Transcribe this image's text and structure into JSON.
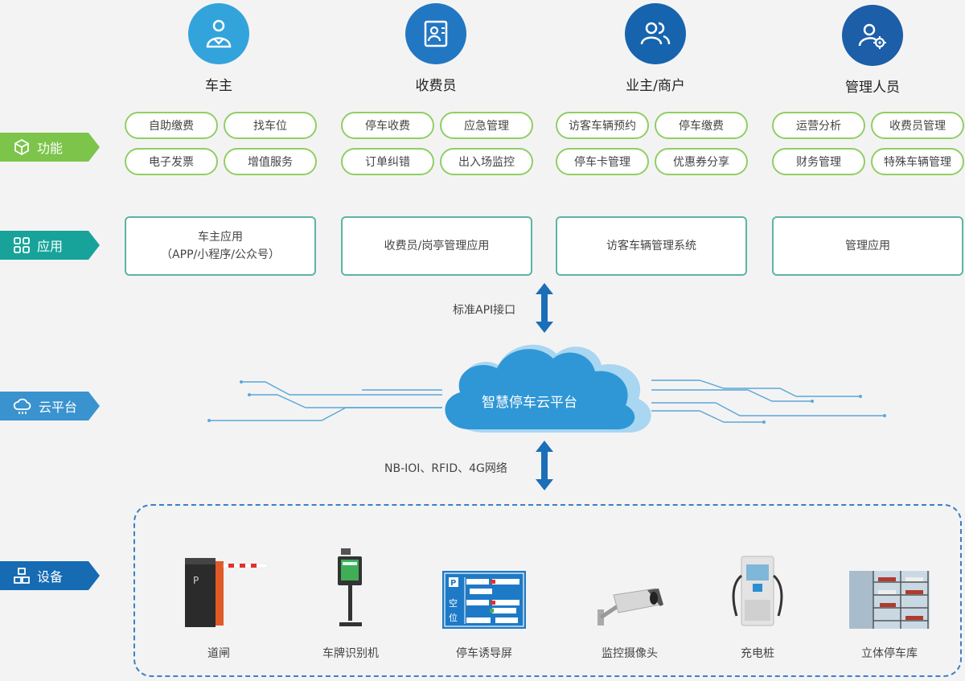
{
  "roles": [
    {
      "label": "车主",
      "icon": "driver-icon",
      "color": "#33a3dc"
    },
    {
      "label": "收费员",
      "icon": "cashier-icon",
      "color": "#2277c2"
    },
    {
      "label": "业主/商户",
      "icon": "users-icon",
      "color": "#1664ae"
    },
    {
      "label": "管理人员",
      "icon": "admin-gear-icon",
      "color": "#1c5ea8"
    }
  ],
  "tags": {
    "function": "功能",
    "application": "应用",
    "cloud": "云平台",
    "device": "设备"
  },
  "functions": [
    [
      "自助缴费",
      "找车位",
      "电子发票",
      "增值服务"
    ],
    [
      "停车收费",
      "应急管理",
      "订单纠错",
      "出入场监控"
    ],
    [
      "访客车辆预约",
      "停车缴费",
      "停车卡管理",
      "优惠券分享"
    ],
    [
      "运营分析",
      "收费员管理",
      "财务管理",
      "特殊车辆管理"
    ]
  ],
  "applications": [
    {
      "line1": "车主应用",
      "line2": "（APP/小程序/公众号）"
    },
    {
      "line1": "收费员/岗亭管理应用",
      "line2": ""
    },
    {
      "line1": "访客车辆管理系统",
      "line2": ""
    },
    {
      "line1": "管理应用",
      "line2": ""
    }
  ],
  "api_label": "标准API接口",
  "cloud_label": "智慧停车云平台",
  "network_label": "NB-IOI、RFID、4G网络",
  "guide_screen": {
    "big": "空",
    "big2": "位",
    "p": "P"
  },
  "devices": [
    {
      "name": "道闸",
      "icon": "barrier-gate-icon"
    },
    {
      "name": "车牌识别机",
      "icon": "plate-recognition-icon"
    },
    {
      "name": "停车诱导屏",
      "icon": "guide-screen-icon"
    },
    {
      "name": "监控摄像头",
      "icon": "camera-icon"
    },
    {
      "name": "充电桩",
      "icon": "charger-icon"
    },
    {
      "name": "立体停车库",
      "icon": "parking-garage-icon"
    }
  ],
  "colors": {
    "pill_border": "#8fcf62",
    "app_border": "#5fb3a4",
    "arrow": "#1b6fb8",
    "cloud": "#2f97d6",
    "dash": "#3c7fc4"
  }
}
